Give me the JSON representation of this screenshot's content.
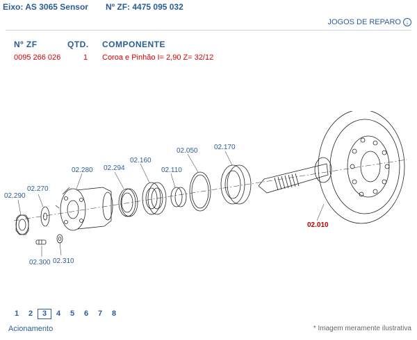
{
  "header": {
    "eixo": "Eixo: AS 3065 Sensor",
    "nzf": "Nº ZF: 4475 095 032"
  },
  "actions": {
    "jogos_label": "JOGOS DE REPARO",
    "jogos_icon": "circle-arrow-down-icon"
  },
  "table": {
    "col_nzf": "Nº ZF",
    "col_qtd": "QTD.",
    "col_componente": "COMPONENTE",
    "rows": [
      {
        "nzf": "0095 266 026",
        "qtd": "1",
        "componente": "Coroa e Pinhão I= 2,90  Z= 32/12"
      }
    ]
  },
  "diagram": {
    "callouts": [
      "02.290",
      "02.270",
      "02.280",
      "02.294",
      "02.160",
      "02.110",
      "02.050",
      "02.170",
      "02.300",
      "02.310"
    ],
    "highlighted_callout": "02.010"
  },
  "pager": {
    "pages": [
      "1",
      "2",
      "3",
      "4",
      "5",
      "6",
      "7",
      "8"
    ],
    "current": "3"
  },
  "footer": {
    "acionamento": "Acionamento",
    "note": "* Imagem meramente ilustrativa"
  },
  "colors": {
    "label_blue": "#2b5d95",
    "highlight_red": "#d40000"
  }
}
